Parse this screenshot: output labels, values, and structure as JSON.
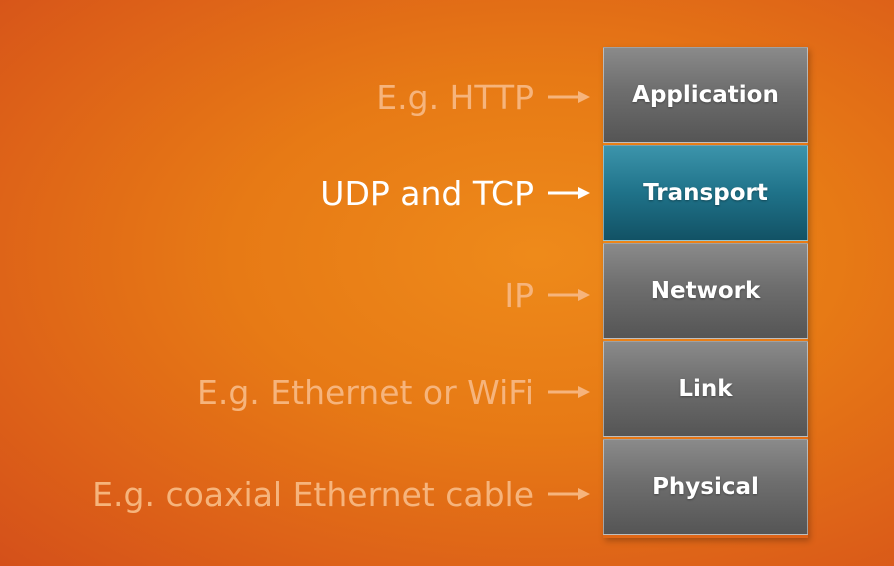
{
  "layers": [
    {
      "name": "Application",
      "protocol": "E.g. HTTP",
      "highlight": false
    },
    {
      "name": "Transport",
      "protocol": "UDP and TCP",
      "highlight": true
    },
    {
      "name": "Network",
      "protocol": "IP",
      "highlight": false
    },
    {
      "name": "Link",
      "protocol": "E.g. Ethernet or WiFi",
      "highlight": false
    },
    {
      "name": "Physical",
      "protocol": "E.g. coaxial Ethernet cable",
      "highlight": false
    }
  ],
  "colors": {
    "background": "#e77a15",
    "layer_gray": "#6e6e6e",
    "layer_highlight": "#1f7289",
    "label_dim": "#f6b47c",
    "label_highlight": "#ffffff"
  }
}
